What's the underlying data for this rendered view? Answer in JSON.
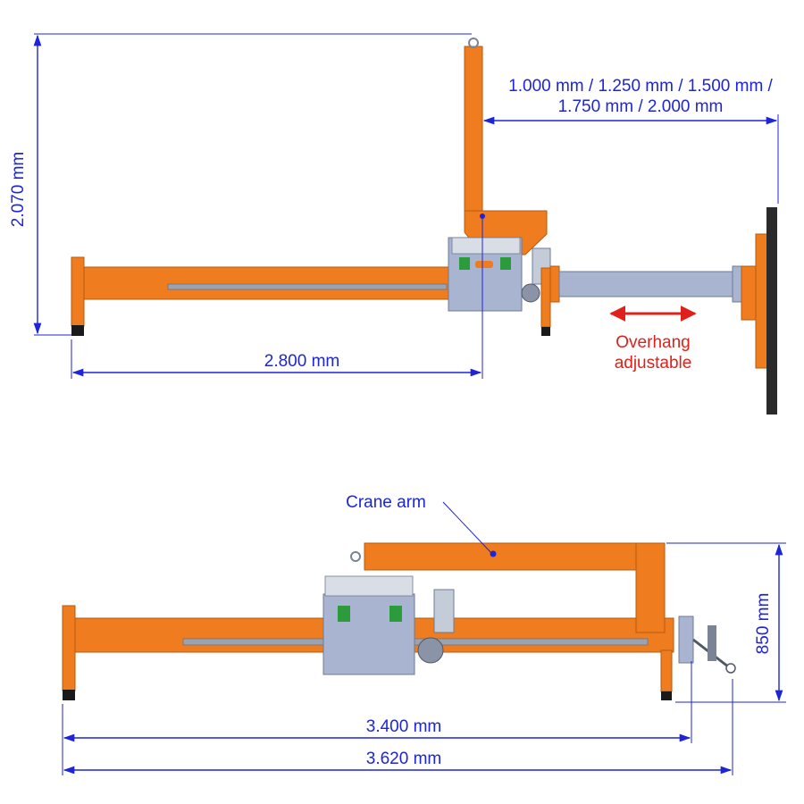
{
  "top_view": {
    "height_label": "2.070 mm",
    "overhang_options_line1": "1.000 mm / 1.250 mm / 1.500 mm /",
    "overhang_options_line2": "1.750 mm / 2.000 mm",
    "base_length_label": "2.800 mm",
    "overhang_note_line1": "Overhang",
    "overhang_note_line2": "adjustable"
  },
  "side_view": {
    "crane_arm_label": "Crane arm",
    "height_label": "850 mm",
    "length_label_1": "3.400 mm",
    "length_label_2": "3.620 mm"
  },
  "colors": {
    "frame": "#ef7d1f",
    "dimension": "#1d25d6",
    "note": "#e0201b",
    "housing": "#a9b5d0"
  }
}
